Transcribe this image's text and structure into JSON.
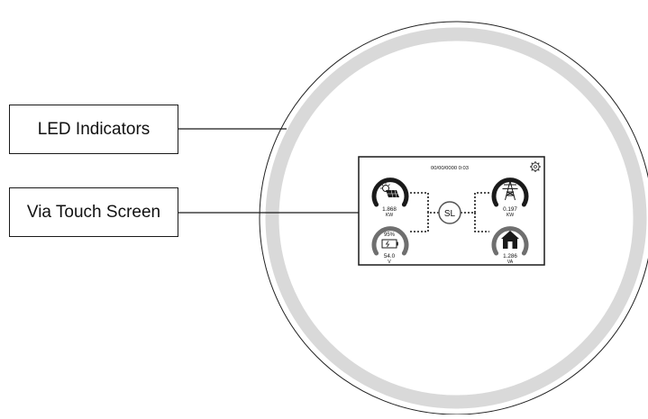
{
  "callouts": {
    "led": "LED Indicators",
    "touch": "Via Touch Screen"
  },
  "screen": {
    "datetime": "00/00/0000 0:03",
    "center_label": "SL",
    "solar": {
      "value": "1.868",
      "unit": "KW"
    },
    "grid": {
      "value": "0.197",
      "unit": "KW"
    },
    "battery": {
      "percent": "95%",
      "value": "54.0",
      "unit": "V"
    },
    "load": {
      "value": "1.286",
      "unit": "VA"
    }
  },
  "icons": {
    "settings": "gear-icon",
    "solar": "solar-panel-icon",
    "grid": "power-tower-icon",
    "battery": "battery-icon",
    "load": "house-icon"
  },
  "colors": {
    "ring": "#d9d9d9",
    "gauge_dark": "#1a1a1a",
    "gauge_grey": "#6f6f6f",
    "line": "#1a1a1a"
  }
}
